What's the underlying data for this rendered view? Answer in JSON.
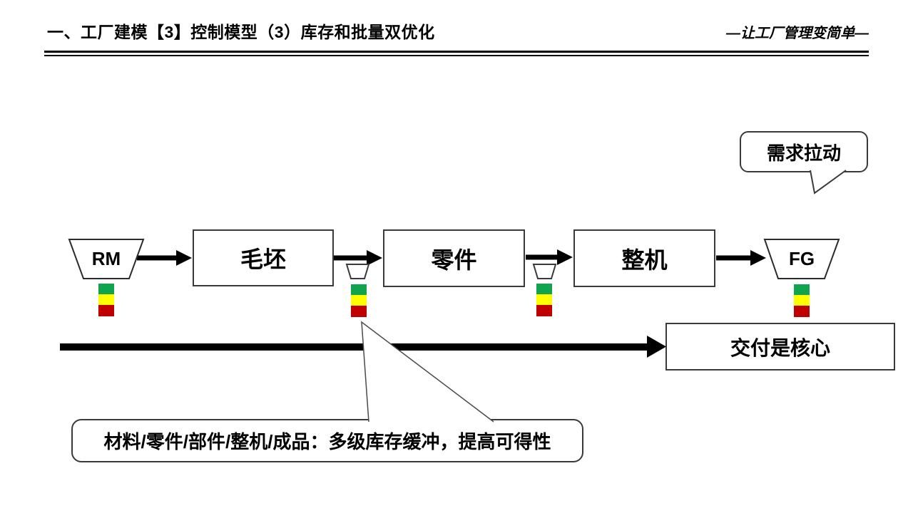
{
  "header": {
    "title": "一、工厂建模【3】控制模型（3）库存和批量双优化",
    "slogan": "—让工厂管理变简单—"
  },
  "flow": {
    "source_label": "RM",
    "stages": [
      {
        "label": "毛坯"
      },
      {
        "label": "零件"
      },
      {
        "label": "整机"
      }
    ],
    "sink_label": "FG"
  },
  "bubble": {
    "label": "需求拉动"
  },
  "delivery": {
    "label": "交付是核心"
  },
  "callout": {
    "label": "材料/零件/部件/整机/成品：多级库存缓冲，提高可得性"
  },
  "colors": {
    "green": "#10A44F",
    "yellow": "#FFFF00",
    "red": "#C00000"
  }
}
